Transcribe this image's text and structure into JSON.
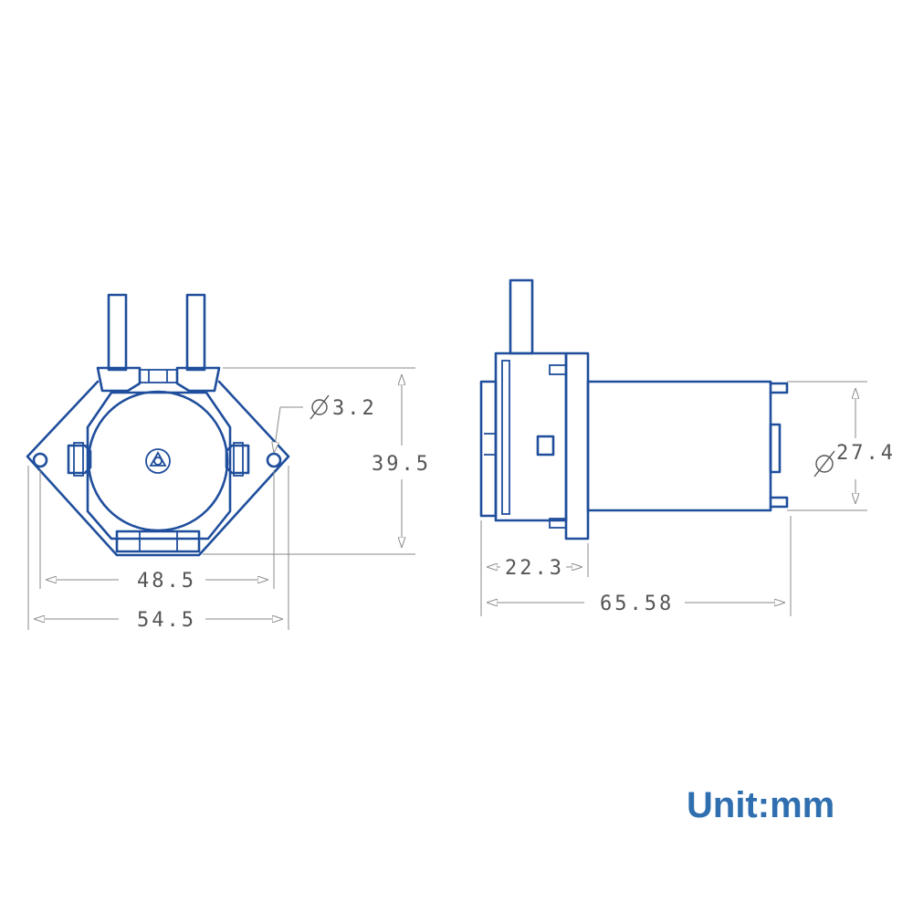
{
  "dimensions": {
    "hole_diameter": "3.2",
    "front_height": "39.5",
    "hole_spacing": "48.5",
    "flange_width": "54.5",
    "head_depth": "22.3",
    "overall_length": "65.58",
    "motor_diameter": "27.4"
  },
  "unit": {
    "label": "Unit",
    "separator": ":",
    "value": "mm"
  },
  "colors": {
    "part_outline": "#1f4e9c",
    "dimension_lines": "#8a8a8a",
    "unit_text": "#2f6fb0"
  }
}
